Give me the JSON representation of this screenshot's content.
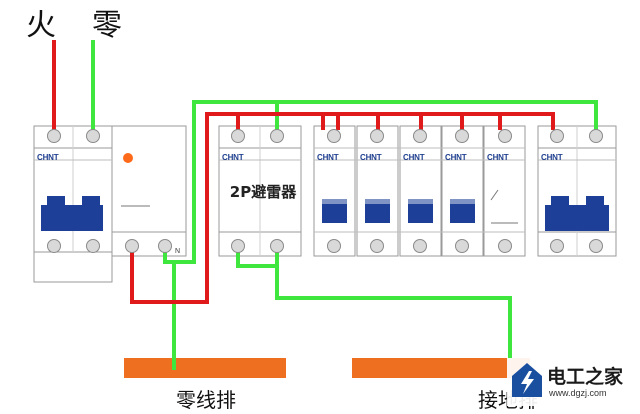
{
  "labels": {
    "live": "火",
    "neutral": "零",
    "neutral_bar": "零线排",
    "ground_bar": "接地排",
    "spd": "2P避雷器",
    "terminal_n": "N"
  },
  "brand": "CHNT",
  "watermark": {
    "site_name": "电工之家",
    "url": "www.dgzj.com"
  },
  "colors": {
    "live_wire": "#e01a1a",
    "neutral_wire": "#3ee63e",
    "busbar": "#ee6f1f",
    "breaker_toggle": "#1e3f97",
    "brand_text": "#1f3f8f",
    "indicator": "#ff6a1a"
  }
}
